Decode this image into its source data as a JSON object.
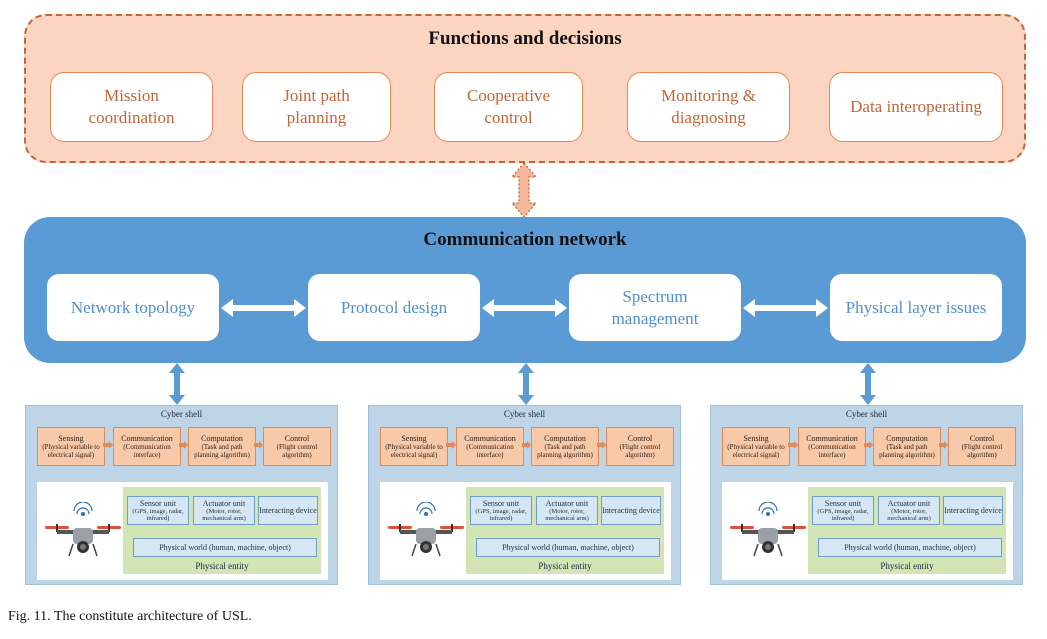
{
  "functions": {
    "title": "Functions and decisions",
    "items": [
      "Mission\ncoordination",
      "Joint path\nplanning",
      "Cooperative\ncontrol",
      "Monitoring &\ndiagnosing",
      "Data interoperating"
    ]
  },
  "communication": {
    "title": "Communication network",
    "items": [
      "Network topology",
      "Protocol design",
      "Spectrum\nmanagement",
      "Physical layer issues"
    ]
  },
  "cyber_shell": {
    "title": "Cyber shell",
    "stages": [
      {
        "title": "Sensing",
        "desc": "(Physical variable to electrical signal)"
      },
      {
        "title": "Communication",
        "desc": "(Communication interface)"
      },
      {
        "title": "Computation",
        "desc": "(Task and path planning algorithm)"
      },
      {
        "title": "Control",
        "desc": "(Flight control algorithm)"
      }
    ],
    "sensor": {
      "title": "Sensor unit",
      "desc": "(GPS, image, radar, infrared)"
    },
    "actuator": {
      "title": "Actuator unit",
      "desc": "(Motor, rotor, mechanical arm)"
    },
    "interacting": "Interacting device",
    "physical_world": "Physical world (human, machine, object)",
    "physical_entity": "Physical entity"
  },
  "caption": "Fig. 11.  The constitute architecture of USL.",
  "colors": {
    "functions_fill": "#fbd5c1",
    "functions_border": "#c0663a",
    "communication_fill": "#5b9bd5",
    "shell_fill": "#bdd5e6",
    "green_fill": "#d3e5b5"
  }
}
